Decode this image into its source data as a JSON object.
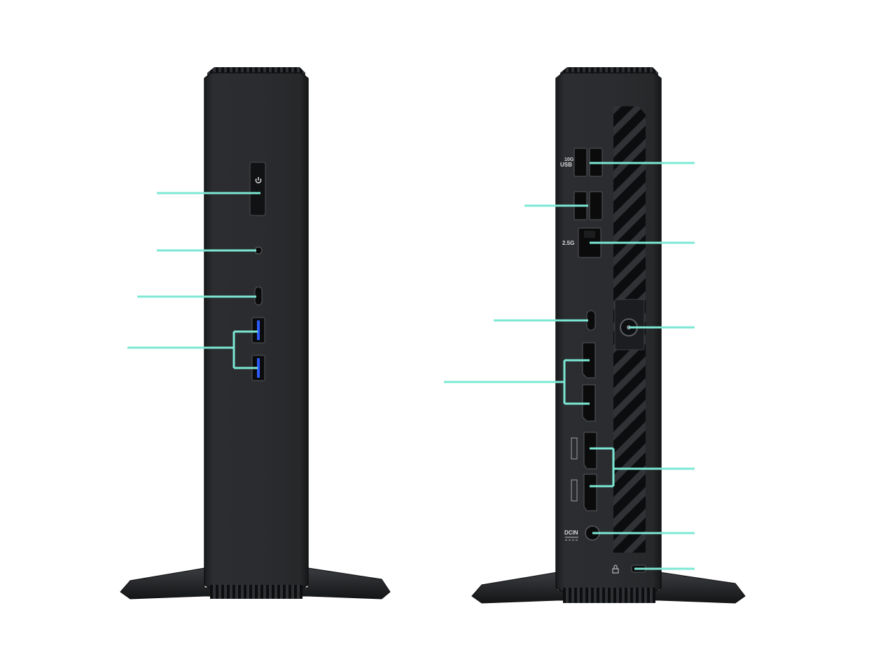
{
  "diagram": {
    "views": [
      {
        "id": "front",
        "name": "front-view"
      },
      {
        "id": "rear",
        "name": "rear-view"
      }
    ],
    "callout_color": "#7ce8d4",
    "device_color": "#26282b",
    "device_edge_color": "#141516",
    "usb_accent_color": "#2d5bff",
    "rear_labels": {
      "usb_10g_top": "10G",
      "usb_10g_bottom": "USB",
      "lan_speed": "2.5G",
      "dc_in": "DCIN"
    }
  }
}
